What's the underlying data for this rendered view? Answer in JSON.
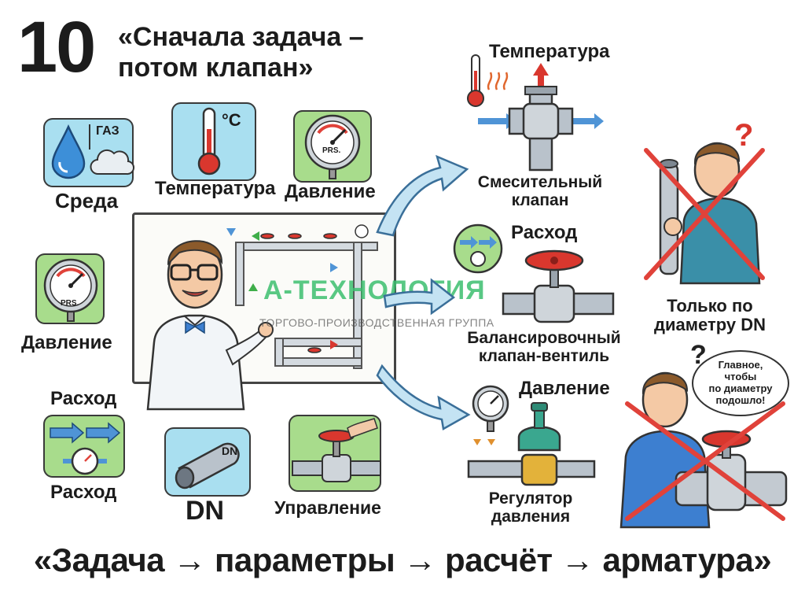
{
  "title": {
    "number": "10",
    "line1": "«Сначала задача –",
    "line2": "потом клапан»"
  },
  "params": {
    "medium_label": "Среда",
    "gas_label": "ГАЗ",
    "temperature_label": "Температура",
    "celsius": "°C",
    "pressure_label": "Давление",
    "gauge_text": "PRS.",
    "pressure_label_2": "Давление",
    "flow_label_top": "Расход",
    "flow_label_bottom": "Расход",
    "dn_small": "DN",
    "dn_label": "DN",
    "control_label": "Управление"
  },
  "valves": {
    "temp_label": "Температура",
    "mixing_line1": "Смесительный",
    "mixing_line2": "клапан",
    "flow_label": "Расход",
    "balancing_line1": "Балансировочный",
    "balancing_line2": "клапан-вентиль",
    "pressure_label": "Давление",
    "regulator_line1": "Регулятор",
    "regulator_line2": "давления"
  },
  "wrong": {
    "dn_only_line1": "Только по",
    "dn_only_line2": "диаметру DN",
    "bubble_line1": "Главное,",
    "bubble_line2": "чтобы",
    "bubble_line3": "по диаметру",
    "bubble_line4": "подошло!",
    "question_mark": "?"
  },
  "watermark": {
    "brand": "А-ТЕХНОЛОГИЯ",
    "subtitle": "ТОРГОВО-ПРОИЗВОДСТВЕННАЯ ГРУППА"
  },
  "footer": "«Задача → параметры → расчёт → арматура»",
  "colors": {
    "water_blue": "#3d8fd8",
    "tile_bg_blue": "#a9dff0",
    "tile_bg_green": "#a8dc8c",
    "arrow_blue": "#4f94d6",
    "red_cross": "#e0423a",
    "pipe_gray": "#b9c2cb"
  }
}
